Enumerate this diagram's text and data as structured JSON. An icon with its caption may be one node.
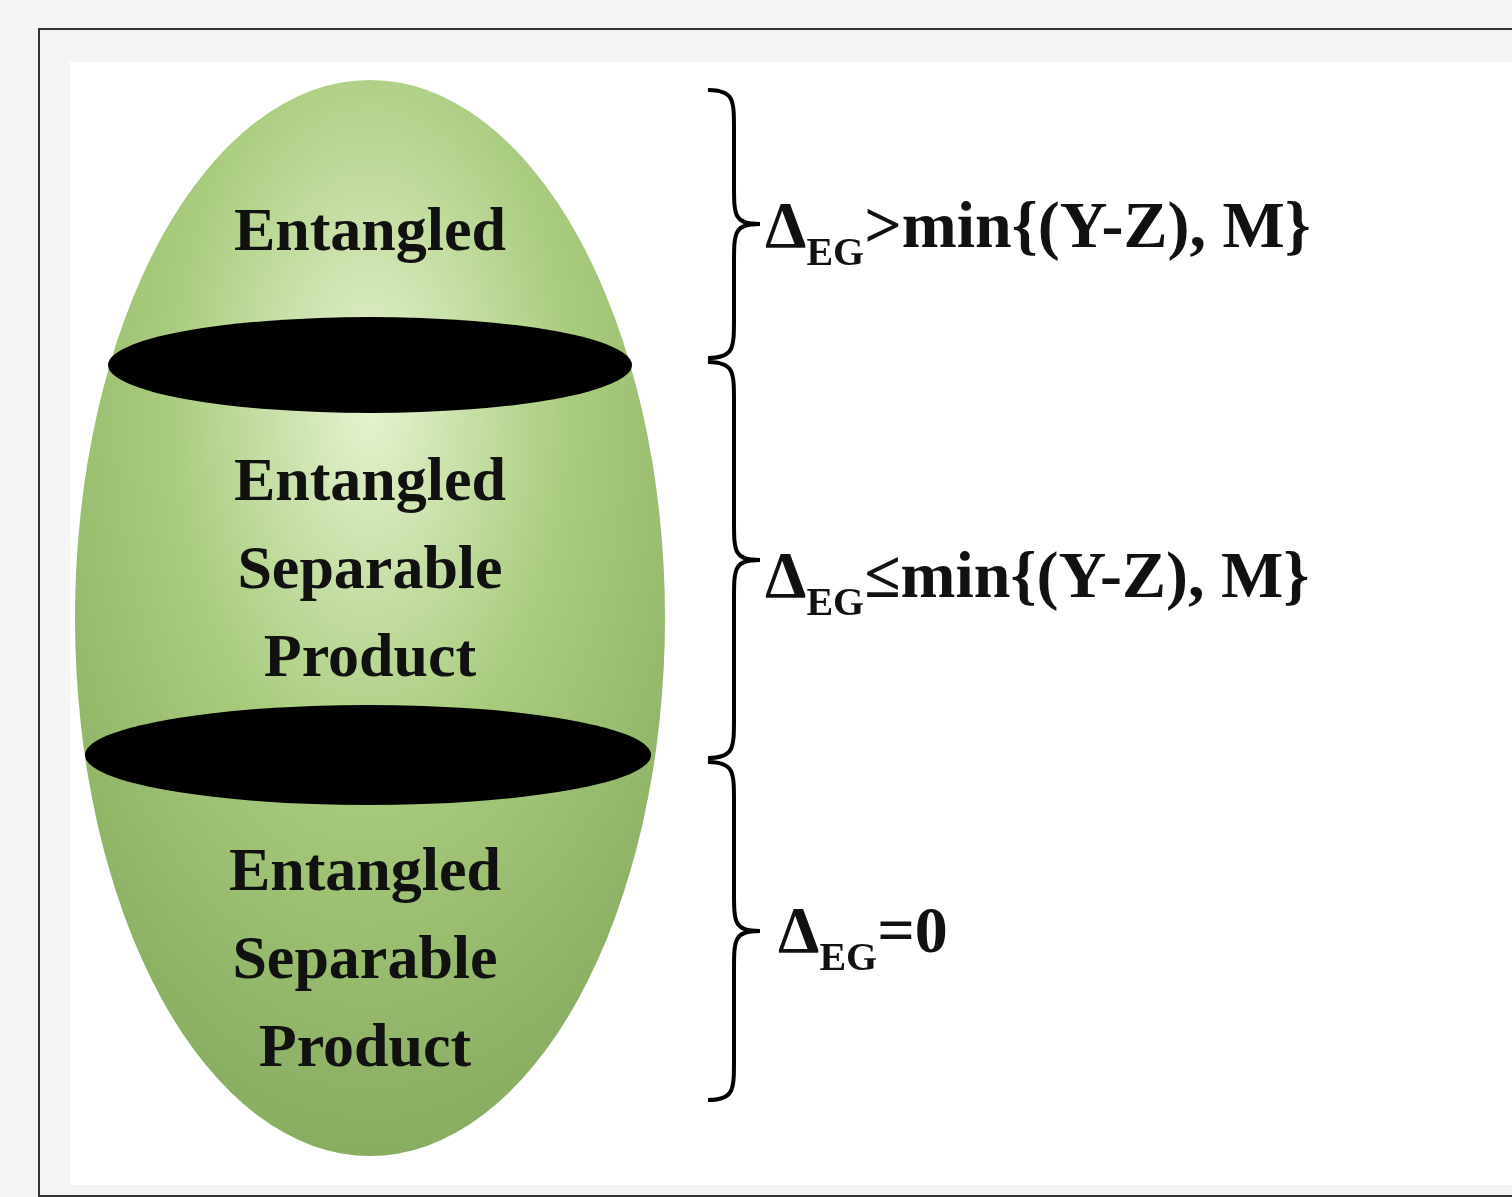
{
  "diagram": {
    "nodes": [
      {
        "text": [
          "Entangled"
        ]
      },
      {
        "text": [
          "Entangled Separable Product"
        ]
      },
      {
        "text": [
          "Entangled Separable Product"
        ]
      }
    ],
    "labels": [
      "Δ$_{EG}$>min{(Y-Z), M}",
      "Δ$_{EG}$≤min{(Y-Z), M}",
      "Δ$_{EG}$=0"
    ]
  }
}
